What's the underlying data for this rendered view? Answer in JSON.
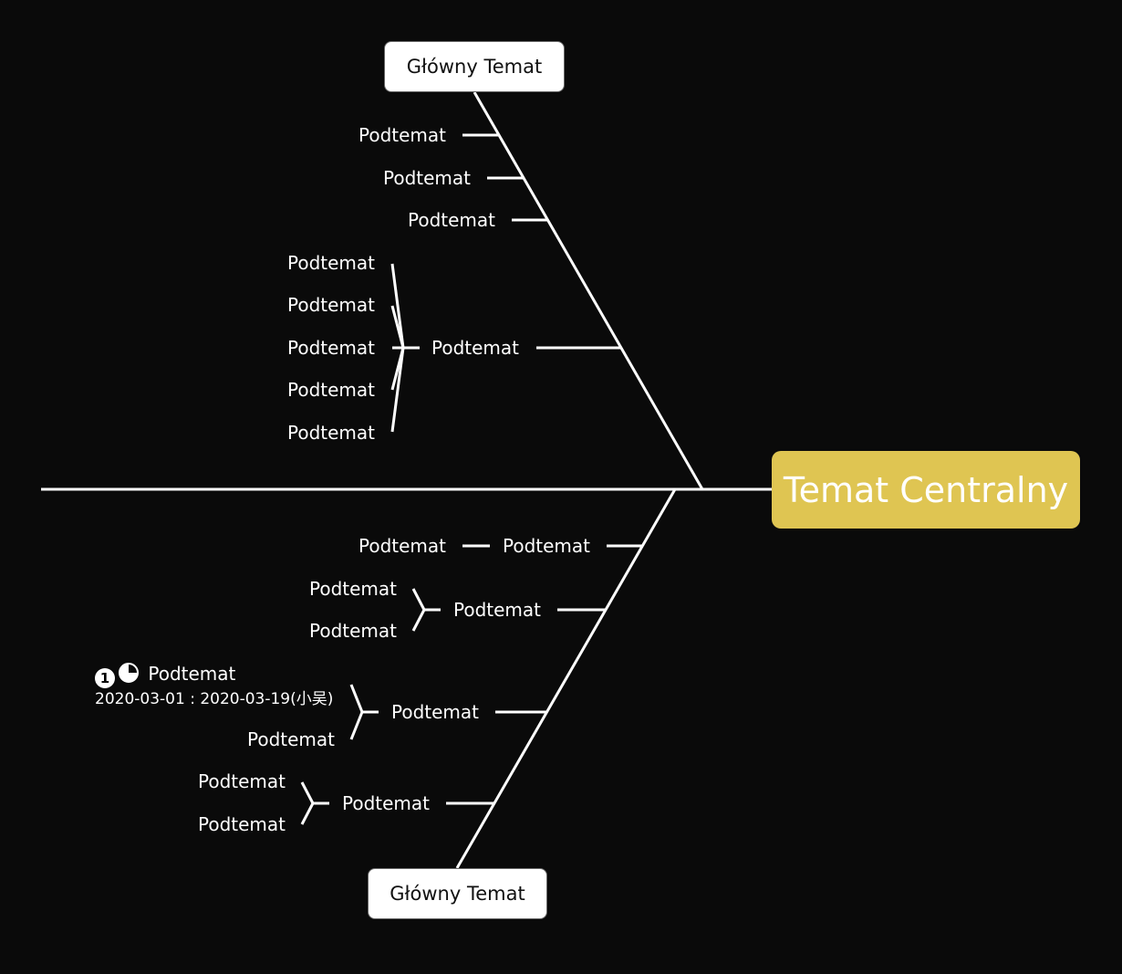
{
  "central_topic": {
    "label": "Temat Centralny",
    "fill_color": "#dfc552"
  },
  "top_branch": {
    "label": "Główny Temat",
    "subtopics": [
      {
        "label": "Podtemat"
      },
      {
        "label": "Podtemat"
      },
      {
        "label": "Podtemat"
      },
      {
        "label": "Podtemat",
        "children": [
          "Podtemat",
          "Podtemat",
          "Podtemat",
          "Podtemat",
          "Podtemat"
        ]
      }
    ]
  },
  "bottom_branch": {
    "label": "Główny Temat",
    "subtopics": [
      {
        "label": "Podtemat",
        "children": [
          "Podtemat"
        ]
      },
      {
        "label": "Podtemat",
        "children": [
          "Podtemat",
          "Podtemat"
        ]
      },
      {
        "label": "Podtemat",
        "children": [
          {
            "label": "Podtemat",
            "marker_number": "1",
            "marker_icon": "progress-quarter-icon",
            "task_info": "2020-03-01 : 2020-03-19(小吴)"
          },
          {
            "label": "Podtemat"
          }
        ]
      },
      {
        "label": "Podtemat",
        "children": [
          "Podtemat",
          "Podtemat"
        ]
      }
    ]
  },
  "line_color": "#ffffff",
  "background_color": "#0a0a0a"
}
